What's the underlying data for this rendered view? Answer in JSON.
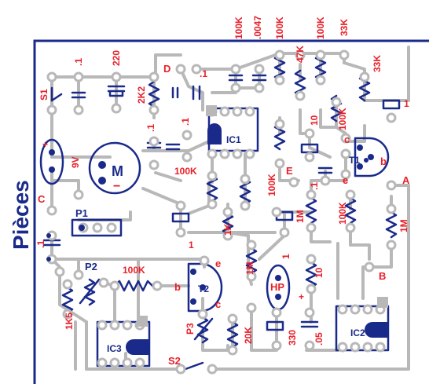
{
  "title": "Pièces",
  "colors": {
    "trace": "#b8b8b8",
    "outline": "#1a2a8a",
    "pad": "#1a2a8a",
    "label": "#e8202a",
    "background": "#ffffff"
  },
  "labels": {
    "r_100k_a": "100K",
    "c_0047": ".0047",
    "r_100k_b": "100K",
    "r_100k_c": "100K",
    "r_33k_a": "33K",
    "r_47k": "47K",
    "r_33k_b": "33K",
    "c_01_a": ".1",
    "c_220": "220",
    "s1": "S1",
    "r_2k2": "2K2",
    "d": "D",
    "c_01_b": ".1",
    "c_1": "1",
    "plus_batt": "+",
    "v9": "9V",
    "c_01_c": ".1",
    "c_01_d": ".1",
    "ic1": "IC1",
    "c_10": "10",
    "r_100k_d": "100K",
    "c_col": "c",
    "b_base": "b",
    "t1": "T1",
    "m": "M",
    "minus_m": "−",
    "r_100k_e": "100K",
    "r_100k_f": "100K",
    "e_label": "E",
    "c_01_e": ".1",
    "e_emit": "e",
    "a": "A",
    "c_label": "C",
    "p1": "P1",
    "r_1m_a": "1M",
    "r_100k_g": "100K",
    "r_1m_b": "1M",
    "r_1k": "1K",
    "c_1_b": "1",
    "c_01_f": ".1",
    "c_1_c": "1",
    "r_1m_c": "1M",
    "c_10_b": "10",
    "p2": "P2",
    "r_100k_h": "100K",
    "e_t2": "e",
    "b_t2": "b",
    "t2": "T2",
    "c_t2": "c",
    "hp": "HP",
    "plus_hp": "+",
    "b_label": "B",
    "r_1k5": "1K5",
    "p3": "P3",
    "r_20k": "20K",
    "r_330": "330",
    "c_05": ".05",
    "ic3": "IC3",
    "ic2": "IC2",
    "s2": "S2"
  }
}
